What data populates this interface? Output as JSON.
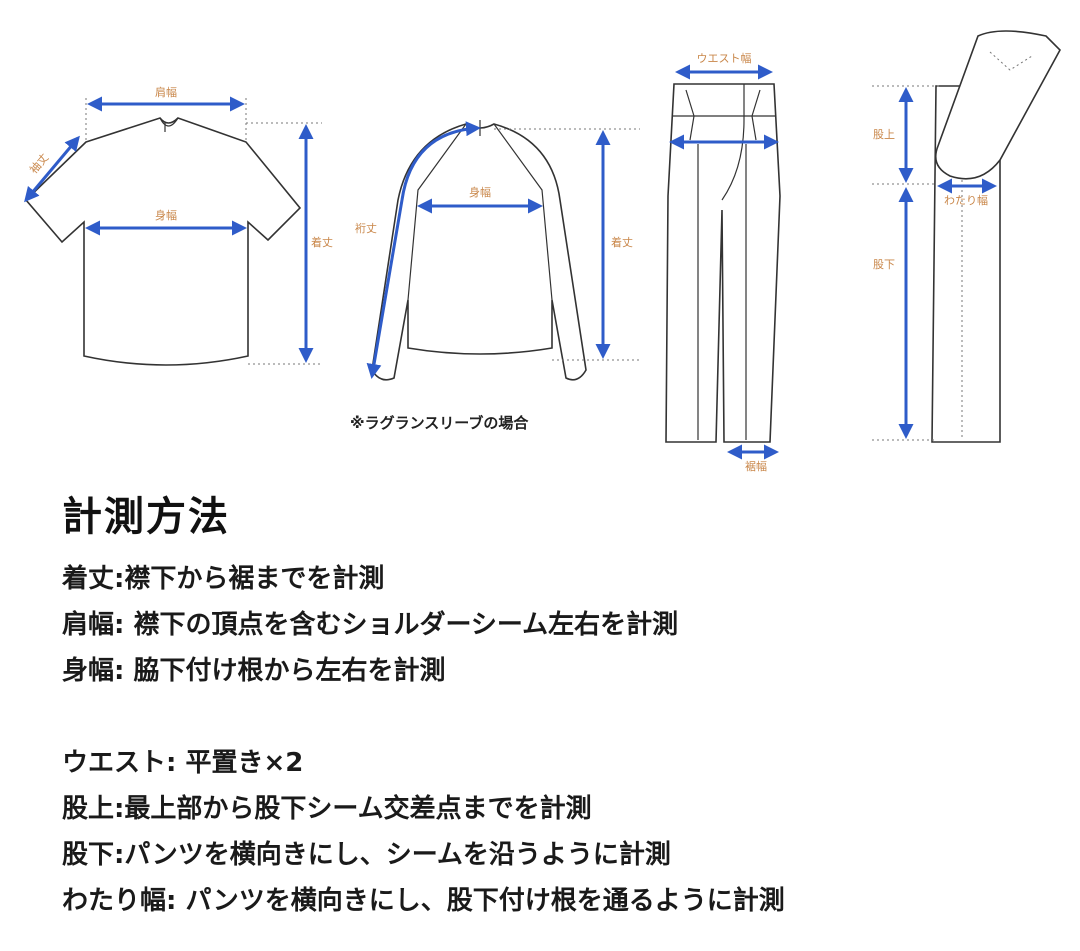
{
  "diagram": {
    "tshirt": {
      "shoulder_label": "肩幅",
      "sleeve_label": "袖丈",
      "body_width_label": "身幅",
      "length_label": "着丈"
    },
    "sweater": {
      "yuki_label": "裄丈",
      "body_width_label": "身幅",
      "length_label": "着丈",
      "note": "※ラグランスリーブの場合"
    },
    "pants_front": {
      "waist_label": "ウエスト幅",
      "hem_label": "裾幅"
    },
    "pants_side": {
      "rise_label": "股上",
      "thigh_label": "わたり幅",
      "inseam_label": "股下"
    }
  },
  "section": {
    "title": "計測方法"
  },
  "descriptions": [
    "着丈:襟下から裾までを計測",
    "肩幅: 襟下の頂点を含むショルダーシーム左右を計測",
    "身幅: 脇下付け根から左右を計測",
    "ウエスト: 平置き×2",
    "股上:最上部から股下シーム交差点までを計測",
    "股下:パンツを横向きにし、シームを沿うように計測",
    "わたり幅: パンツを横向きにし、股下付け根を通るように計測"
  ],
  "colors": {
    "measure_line": "#2f5cc9",
    "label_text": "#c9874a"
  }
}
